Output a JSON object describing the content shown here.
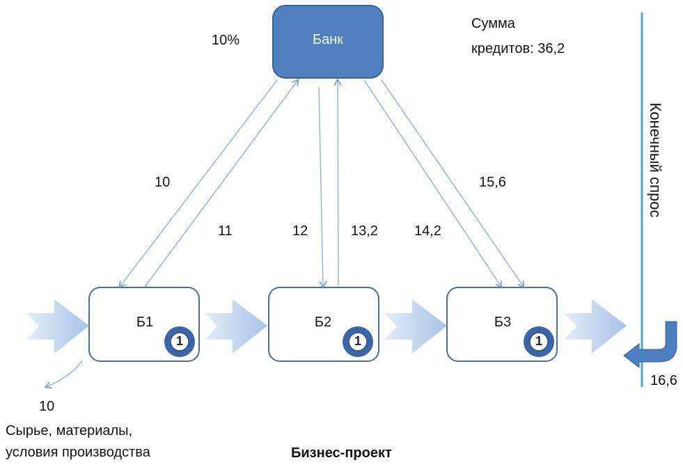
{
  "bank": {
    "label": "Банк",
    "rate": "10%"
  },
  "credit_sum": {
    "line1": "Сумма",
    "line2": "кредитов: 36,2"
  },
  "final_demand": {
    "label": "Конечный спрос",
    "value": "16,6"
  },
  "nodes": [
    {
      "label": "Б1",
      "badge": "1"
    },
    {
      "label": "Б2",
      "badge": "1"
    },
    {
      "label": "Б3",
      "badge": "1"
    }
  ],
  "flows": {
    "b1_loan": "10",
    "b1_repay": "11",
    "b2_loan": "12",
    "b2_repay": "13,2",
    "b3_loan": "14,2",
    "b3_repay": "15,6"
  },
  "raw_materials": {
    "value": "10",
    "line1": "Сырье, материалы,",
    "line2": "условия производства"
  },
  "title": "Бизнес-проект",
  "colors": {
    "bank_fill": "#4f7fbf",
    "bank_border": "#3a5f95",
    "node_border": "#4a6e9c",
    "badge": "#3d64a4",
    "demand_line": "#49a8bf",
    "arrow_light": "#dce8f7",
    "arrow_dark": "#9fbfe3"
  }
}
